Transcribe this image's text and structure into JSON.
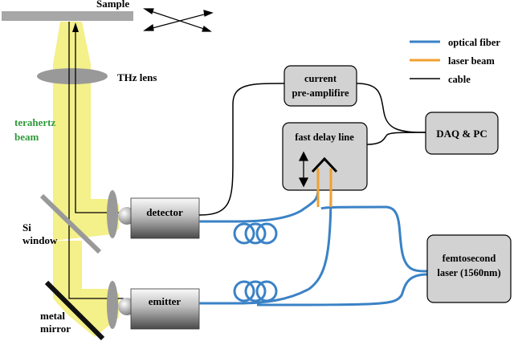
{
  "labels": {
    "sample": "Sample",
    "thz_lens": "THz lens",
    "terahertz_line1": "terahertz",
    "terahertz_line2": "beam",
    "si_line1": "Si",
    "si_line2": "window",
    "mirror_line1": "metal",
    "mirror_line2": "mirror",
    "detector": "detector",
    "emitter": "emitter",
    "preamp_line1": "current",
    "preamp_line2": "pre-amplifire",
    "delay_line": "fast delay line",
    "daq": "DAQ & PC",
    "laser_line1": "femtosecond",
    "laser_line2": "laser (1560nm)"
  },
  "legend": [
    {
      "label": "optical fiber",
      "color": "#3a82c6"
    },
    {
      "label": "laser beam",
      "color": "#f0a030"
    },
    {
      "label": "cable",
      "color": "#000000"
    }
  ],
  "colors": {
    "terahertz_label": "#2e9a3a",
    "thz_beam": "#f4f08a",
    "box_fill": "#d2d2d2",
    "lens_fill": "#999999",
    "fiber": "#3a82c6",
    "laser_beam": "#f0a030"
  }
}
